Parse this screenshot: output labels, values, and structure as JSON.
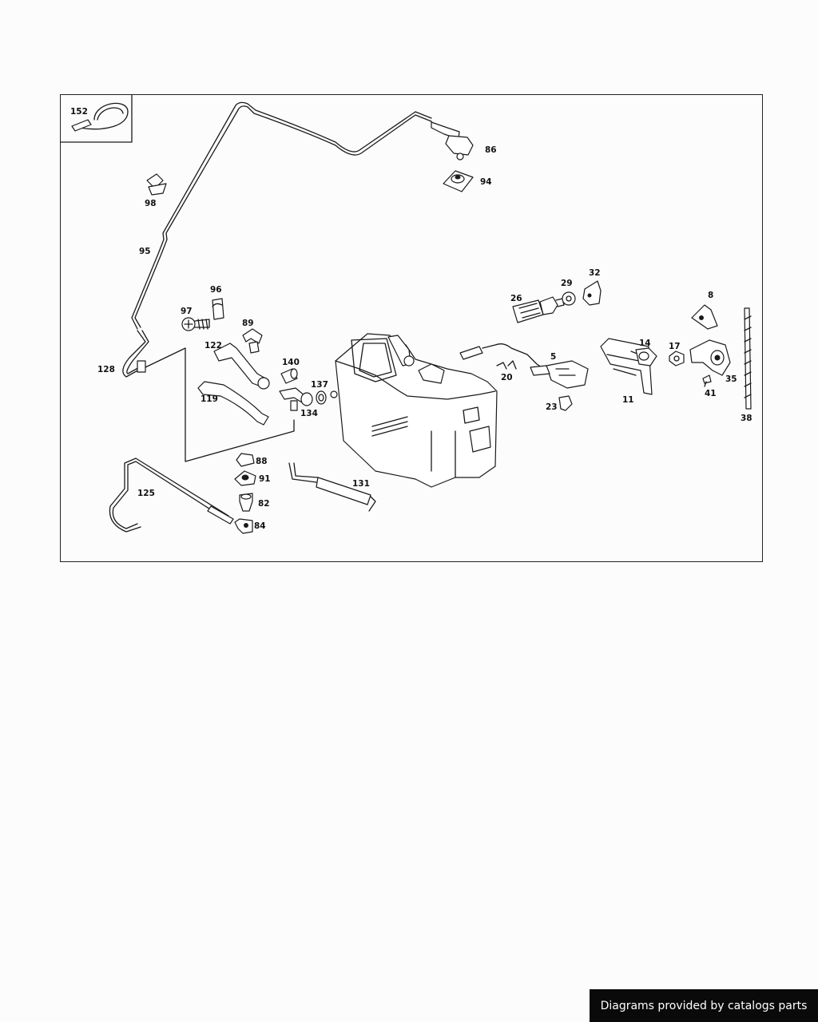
{
  "footer": {
    "text": "Diagrams provided by catalogs parts"
  },
  "part_labels": [
    {
      "id": "152",
      "text": "152"
    },
    {
      "id": "86",
      "text": "86"
    },
    {
      "id": "94",
      "text": "94"
    },
    {
      "id": "98",
      "text": "98"
    },
    {
      "id": "95",
      "text": "95"
    },
    {
      "id": "96",
      "text": "96"
    },
    {
      "id": "97",
      "text": "97"
    },
    {
      "id": "89",
      "text": "89"
    },
    {
      "id": "122",
      "text": "122"
    },
    {
      "id": "140",
      "text": "140"
    },
    {
      "id": "128",
      "text": "128"
    },
    {
      "id": "137",
      "text": "137"
    },
    {
      "id": "134",
      "text": "134"
    },
    {
      "id": "119",
      "text": "119"
    },
    {
      "id": "88",
      "text": "88"
    },
    {
      "id": "91",
      "text": "91"
    },
    {
      "id": "82",
      "text": "82"
    },
    {
      "id": "84",
      "text": "84"
    },
    {
      "id": "125",
      "text": "125"
    },
    {
      "id": "131",
      "text": "131"
    },
    {
      "id": "26",
      "text": "26"
    },
    {
      "id": "29",
      "text": "29"
    },
    {
      "id": "32",
      "text": "32"
    },
    {
      "id": "5",
      "text": "5"
    },
    {
      "id": "20",
      "text": "20"
    },
    {
      "id": "23",
      "text": "23"
    },
    {
      "id": "14",
      "text": "14"
    },
    {
      "id": "11",
      "text": "11"
    },
    {
      "id": "8",
      "text": "8"
    },
    {
      "id": "17",
      "text": "17"
    },
    {
      "id": "35",
      "text": "35"
    },
    {
      "id": "41",
      "text": "41"
    },
    {
      "id": "38",
      "text": "38"
    }
  ]
}
